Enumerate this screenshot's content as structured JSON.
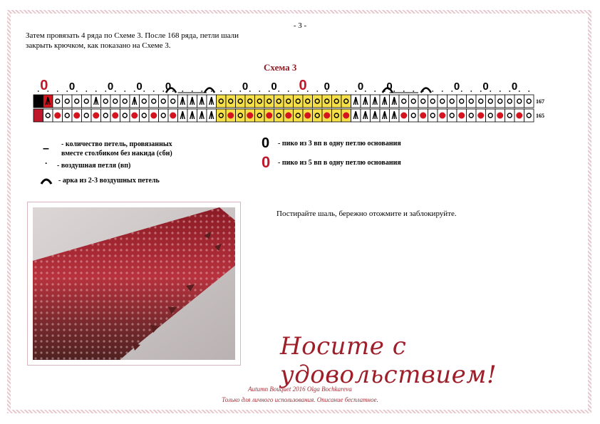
{
  "page_number": "- 3 -",
  "intro": {
    "line1": "Затем провязать 4 ряда по Схеме 3.  После 168 ряда, петли шали",
    "line2": "закрыть крючком, как показано на Схеме 3."
  },
  "scheme_title": "Схема 3",
  "chart": {
    "row_labels": [
      "167",
      "165"
    ],
    "colors": {
      "black": "#000000",
      "yellow": "#f5e04a",
      "red": "#d4141e",
      "crimson": "#c0182a",
      "white": "#ffffff"
    }
  },
  "legend": {
    "sc_line1": "- количество петель, провязанных",
    "sc_line2": "вместе столбиком без накида (сбн)",
    "ch": "- воздушная петля (вп)",
    "arc": "- арка из 2-3 воздушных петель",
    "picot3": "- пико из 3 вп в одну петлю основания",
    "picot5": "- пико из 5 вп в одну петлю основания",
    "picot_glyph": "0"
  },
  "final_instructions": "Постирайте шаль, бережно отожмите и заблокируйте.",
  "closing_wish": "Носите с удовольствием!",
  "footer": {
    "line1": "Autumn Bouquet    2016     Olga Bochkareva",
    "line2": "Только для личного использования. Описание бесплатное."
  }
}
